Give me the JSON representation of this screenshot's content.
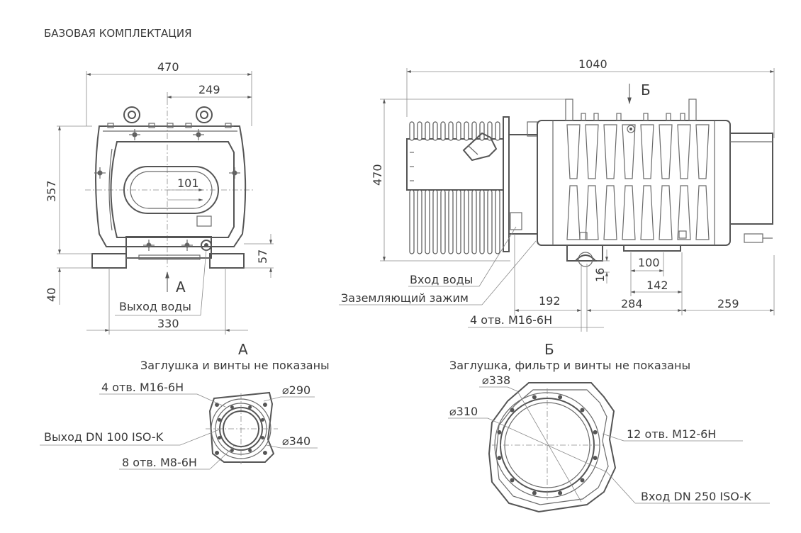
{
  "title": "БАЗОВАЯ КОМПЛЕКТАЦИЯ",
  "front_view": {
    "dim_width": "470",
    "dim_flange_offset": "249",
    "dim_height": "357",
    "dim_inner": "101",
    "dim_base_height": "57",
    "dim_foot": "40",
    "dim_mount_spacing": "330",
    "view_marker": "А",
    "outlet_label": "Выход воды"
  },
  "side_view": {
    "dim_length": "1040",
    "dim_height": "470",
    "view_marker": "Б",
    "inlet_label": "Вход воды",
    "ground_label": "Заземляющий зажим",
    "dim_192": "192",
    "dim_284": "284",
    "dim_259": "259",
    "dim_100": "100",
    "dim_142": "142",
    "dim_16": "16",
    "holes_label": "4 отв. М16-6Н"
  },
  "detail_a": {
    "marker": "А",
    "note": "Заглушка и винты не показаны",
    "holes_m16": "4 отв. М16-6Н",
    "outlet": "Выход DN 100 ISO-K",
    "holes_m8": "8 отв. М8-6Н",
    "dia_290": "⌀290",
    "dia_340": "⌀340"
  },
  "detail_b": {
    "marker": "Б",
    "note": "Заглушка, фильтр и винты не показаны",
    "dia_338": "⌀338",
    "dia_310": "⌀310",
    "holes_m12": "12 отв. М12-6Н",
    "inlet": "Вход DN 250 ISO-K"
  }
}
